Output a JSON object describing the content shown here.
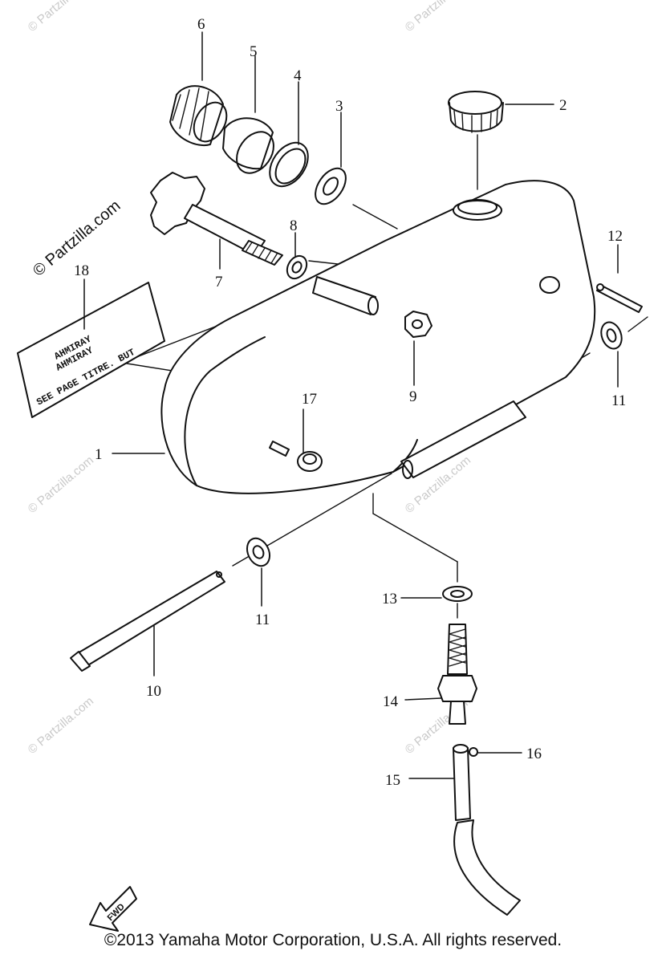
{
  "watermark": {
    "main": "© Partzilla.com",
    "tile": "© Partzilla.com"
  },
  "decal": {
    "line1": "AHMIRAY",
    "line2": "AHMIRAY",
    "line3": "SEE PAGE TITRE. BUT"
  },
  "fwd_label": "FWD",
  "callouts": [
    "1",
    "2",
    "3",
    "4",
    "5",
    "6",
    "7",
    "8",
    "9",
    "10",
    "11",
    "11",
    "12",
    "13",
    "14",
    "15",
    "16",
    "17",
    "18"
  ],
  "copyright": "©2013  Yamaha Motor Corporation, U.S.A. All rights reserved."
}
